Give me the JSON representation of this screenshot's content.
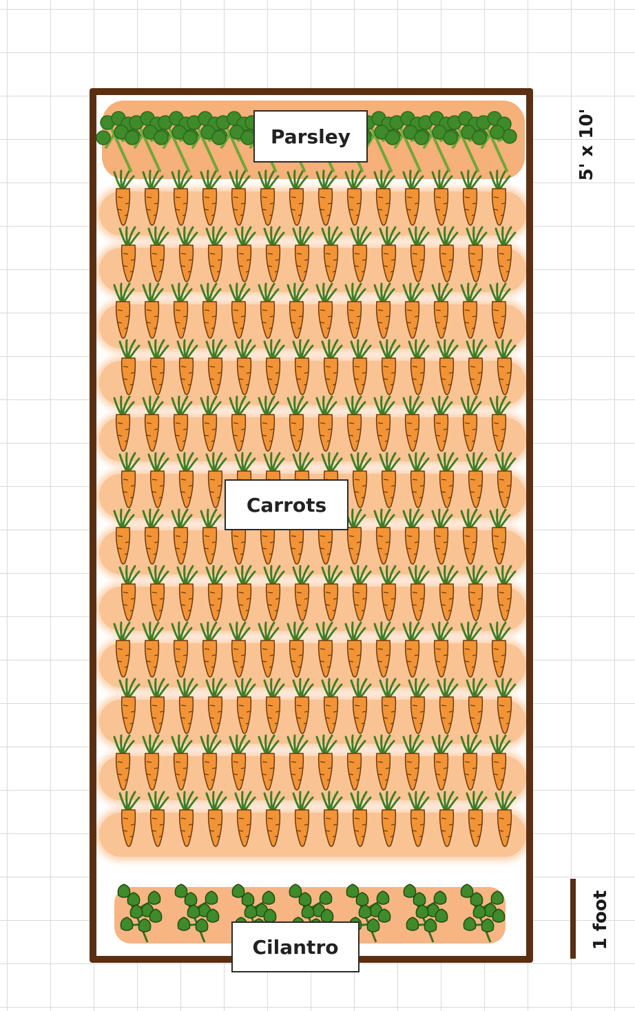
{
  "labels": {
    "parsley": "Parsley",
    "carrots": "Carrots",
    "cilantro": "Cilantro"
  },
  "bed": {
    "dimensions": "5' x 10'"
  },
  "scale": {
    "label": "1 foot"
  },
  "colors": {
    "bed_border": "#5b2f12",
    "band_orange": "#f9c394",
    "carrot": "#f29436",
    "carrot_top": "#3f7d22",
    "herb_green": "#3f8a2a"
  },
  "icons": {
    "carrot": "carrot-icon",
    "parsley": "parsley-icon",
    "cilantro": "cilantro-icon"
  },
  "plants": {
    "parsley_count": 14,
    "carrot_rows": 12,
    "carrots_per_row": 14,
    "cilantro_count": 7
  }
}
